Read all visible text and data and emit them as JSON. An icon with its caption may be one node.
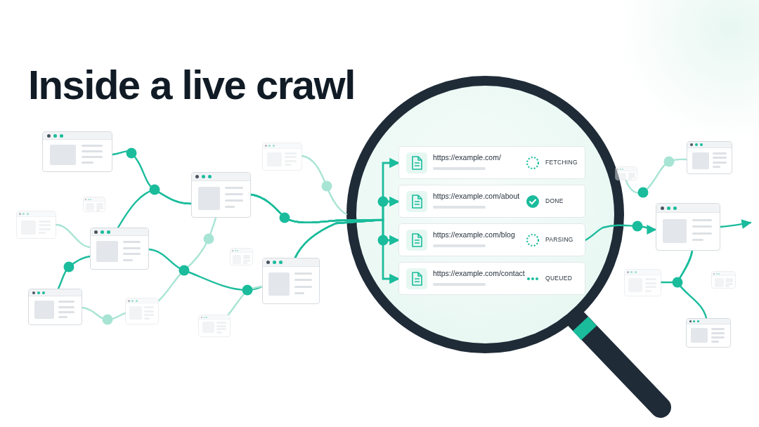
{
  "diagram": {
    "title": "Inside a live crawl",
    "nodes": [
      {
        "text": [],
        "shape": "picture"
      },
      {
        "text": [],
        "shape": "picture"
      },
      {
        "text": [],
        "shape": "picture"
      },
      {
        "text": [],
        "shape": "picture"
      },
      {
        "text": [],
        "shape": "picture"
      },
      {
        "text": [],
        "shape": "picture"
      },
      {
        "text": [],
        "shape": "picture"
      },
      {
        "text": [],
        "shape": "picture"
      },
      {
        "text": [],
        "shape": "picture"
      },
      {
        "text": [],
        "shape": "picture"
      },
      {
        "text": [],
        "shape": "picture"
      },
      {
        "text": [],
        "shape": "circle"
      },
      {
        "text": [
          "https://example.com/",
          "FETCHING"
        ],
        "in": 11
      },
      {
        "text": [
          "https://example.com/about",
          "DONE"
        ],
        "in": 11
      },
      {
        "text": [
          "https://example.com/blog",
          "PARSING"
        ],
        "in": 11
      },
      {
        "text": [
          "https://example.com/contact",
          "QUEUED"
        ],
        "in": 11
      },
      {
        "text": [],
        "shape": "picture"
      },
      {
        "text": [],
        "shape": "picture"
      },
      {
        "text": [],
        "shape": "picture"
      },
      {
        "text": [],
        "shape": "picture"
      },
      {
        "text": [],
        "shape": "picture"
      },
      {
        "text": [],
        "shape": "picture"
      }
    ],
    "edges": [
      {
        "from": 2,
        "to": 6,
        "arrow": "none"
      },
      {
        "from": 4,
        "to": 6,
        "arrow": "none"
      },
      {
        "from": 0,
        "to": 4,
        "arrow": "none",
        "color": "#a8e4d4"
      },
      {
        "from": 1,
        "to": 4,
        "arrow": "none"
      },
      {
        "from": 1,
        "to": 5,
        "arrow": "none",
        "color": "#a8e4d4"
      },
      {
        "from": 4,
        "to": 9,
        "arrow": "none"
      },
      {
        "from": 5,
        "to": 6,
        "arrow": "none",
        "color": "#a8e4d4"
      },
      {
        "from": 7,
        "to": 9,
        "arrow": "none",
        "color": "#a8e4d4"
      },
      {
        "from": 6,
        "to": 12,
        "arrow": "to"
      },
      {
        "from": 6,
        "to": 13,
        "arrow": "to"
      },
      {
        "from": 6,
        "to": 14,
        "arrow": "to"
      },
      {
        "from": 6,
        "to": 15,
        "arrow": "to"
      },
      {
        "from": 9,
        "to": 12,
        "arrow": "to"
      },
      {
        "from": 9,
        "to": 13,
        "arrow": "to"
      },
      {
        "from": 9,
        "to": 14,
        "arrow": "to"
      },
      {
        "from": 9,
        "to": 15,
        "arrow": "to"
      },
      {
        "from": 10,
        "to": 11,
        "arrow": "none",
        "color": "#a8e4d4"
      },
      {
        "from": 14,
        "to": 18,
        "arrow": "to"
      },
      {
        "from": 16,
        "to": 20,
        "arrow": "none",
        "color": "#a8e4d4"
      },
      {
        "from": 18,
        "to": null,
        "arrow": "to"
      },
      {
        "from": 18,
        "to": 17,
        "arrow": "none"
      },
      {
        "from": 18,
        "to": 19,
        "arrow": "none"
      }
    ]
  }
}
